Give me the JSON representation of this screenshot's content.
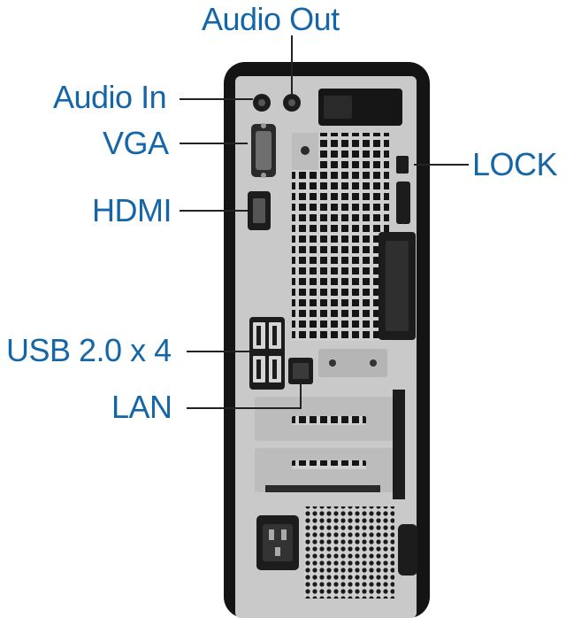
{
  "labels": {
    "audio_out": "Audio Out",
    "audio_in": "Audio In",
    "vga": "VGA",
    "hdmi": "HDMI",
    "lock": "LOCK",
    "usb": "USB 2.0 x 4",
    "lan": "LAN"
  },
  "colors": {
    "label": "#1566a8",
    "case": "#141414",
    "panel": "#c9c9c9",
    "port": "#1c1c1c",
    "leader": "#222222"
  }
}
